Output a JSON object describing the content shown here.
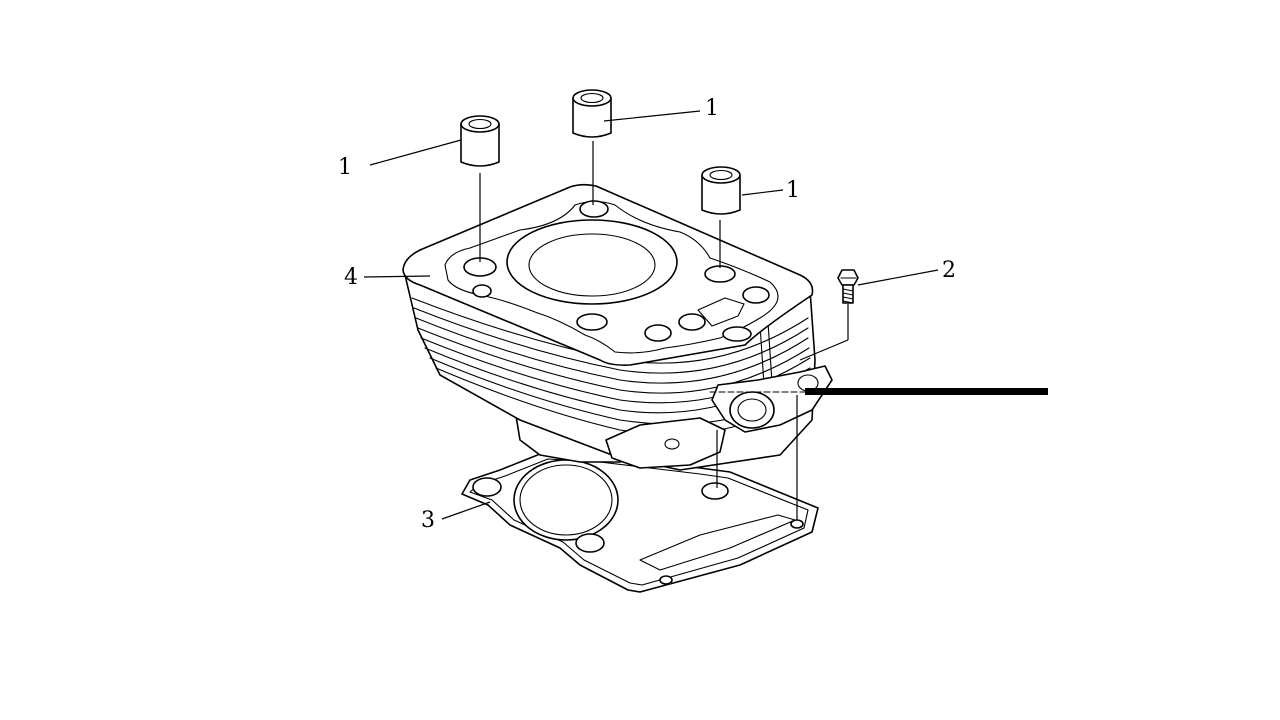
{
  "diagram": {
    "callouts": [
      {
        "id": "dowel-left",
        "label": "1"
      },
      {
        "id": "dowel-center",
        "label": "1"
      },
      {
        "id": "dowel-right",
        "label": "1"
      },
      {
        "id": "bolt",
        "label": "2"
      },
      {
        "id": "gasket",
        "label": "3"
      },
      {
        "id": "cylinder",
        "label": "4"
      }
    ],
    "colors": {
      "ink": "#000000",
      "background": "#ffffff"
    }
  }
}
